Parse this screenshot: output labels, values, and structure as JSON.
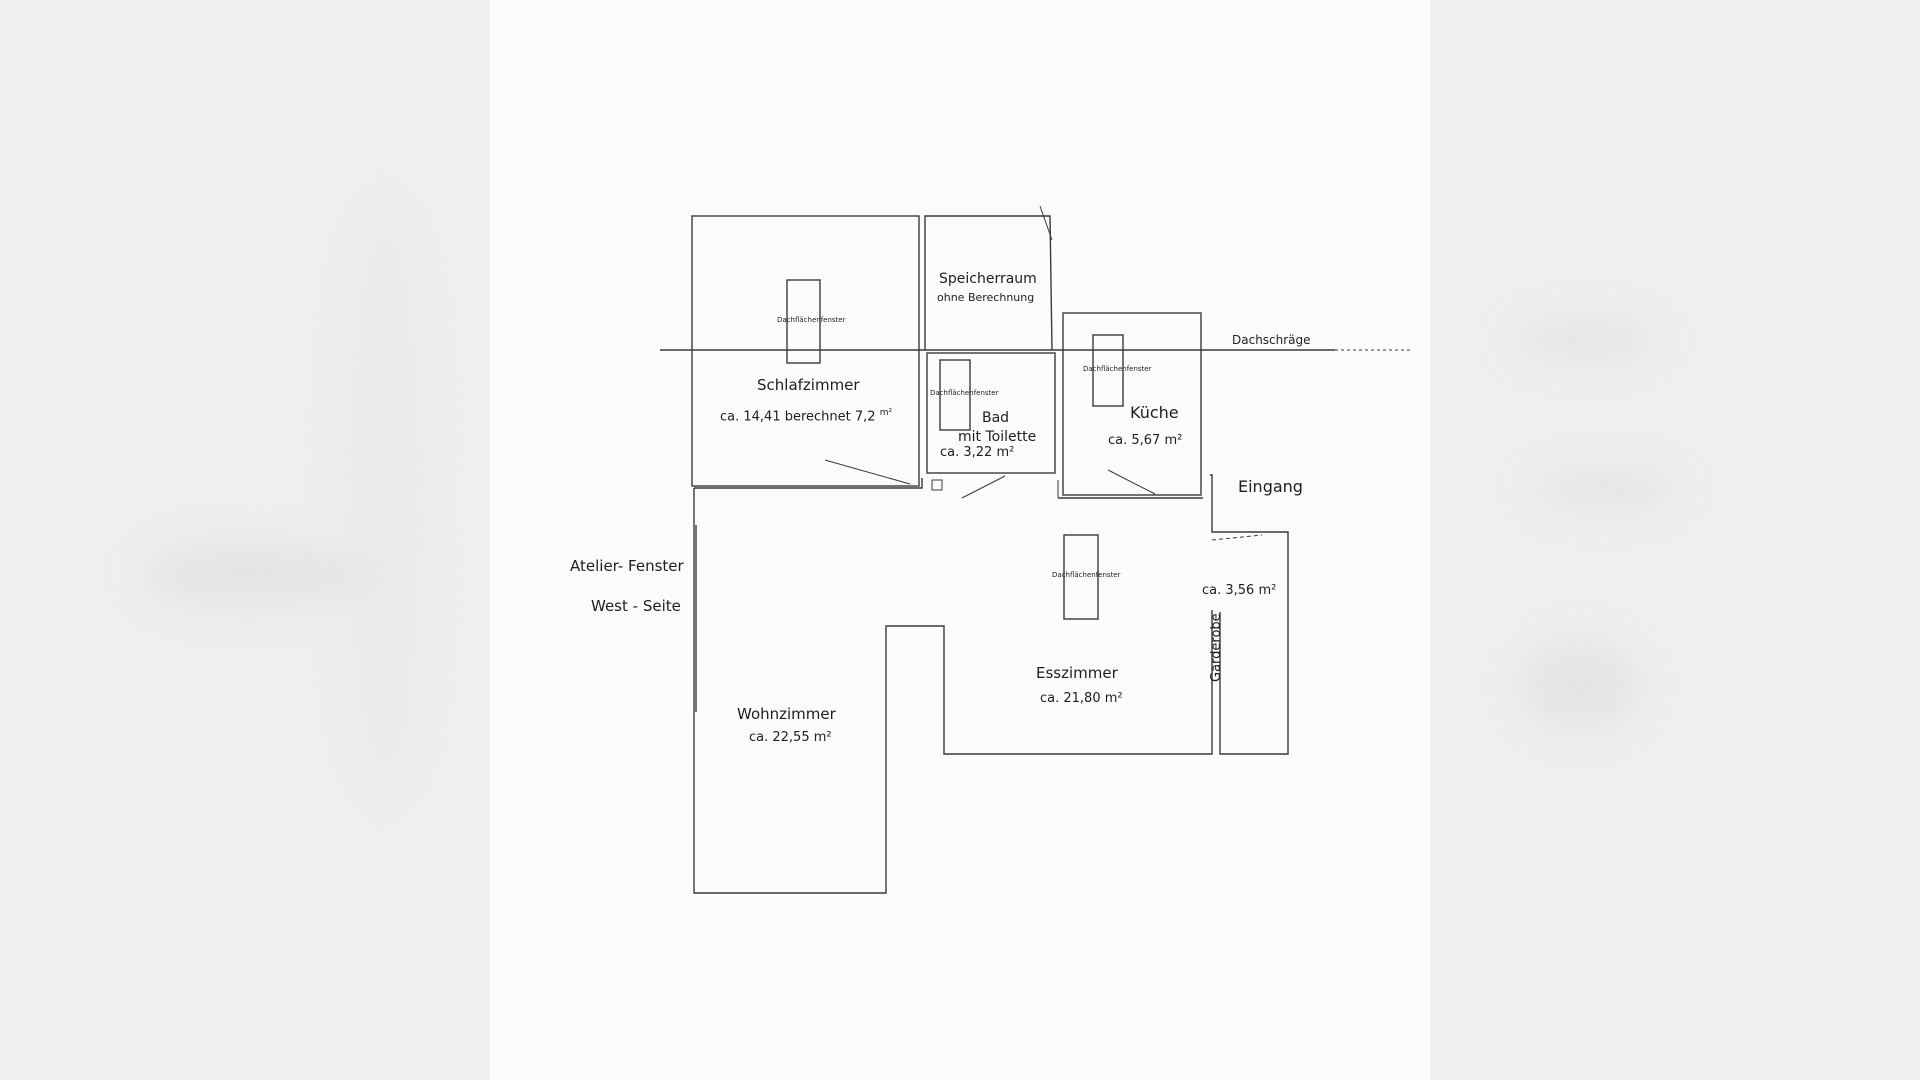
{
  "plan": {
    "rooms": {
      "schlafzimmer": {
        "name": "Schlafzimmer",
        "area": "ca. 14,41 berechnet 7,2",
        "unit": "m²"
      },
      "speicherraum": {
        "name": "Speicherraum",
        "note": "ohne Berechnung"
      },
      "bad": {
        "name": "Bad",
        "name2": "mit Toilette",
        "area": "ca. 3,22 m²"
      },
      "kueche": {
        "name": "Küche",
        "area": "ca. 5,67 m²"
      },
      "wohnzimmer": {
        "name": "Wohnzimmer",
        "area": "ca. 22,55 m²"
      },
      "esszimmer": {
        "name": "Esszimmer",
        "area": "ca. 21,80 m²"
      },
      "garderobe": {
        "name": "Garderobe",
        "area": "ca. 3,56 m²"
      }
    },
    "skylight_label": "Dachflächenfenster",
    "dachschraege": "Dachschräge",
    "eingang": "Eingang",
    "west": {
      "line1": "Atelier- Fenster",
      "line2": "West - Seite"
    }
  }
}
